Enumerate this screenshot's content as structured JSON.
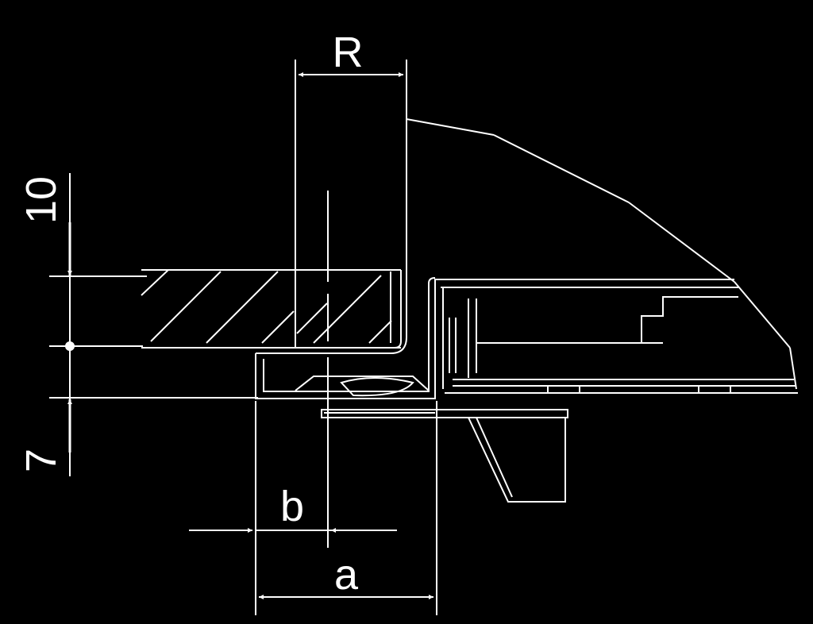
{
  "diagram": {
    "colors": {
      "background": "#000000",
      "line": "#ffffff"
    },
    "labels": {
      "R": "R",
      "ten": "10",
      "seven": "7",
      "b": "b",
      "a": "a"
    }
  }
}
